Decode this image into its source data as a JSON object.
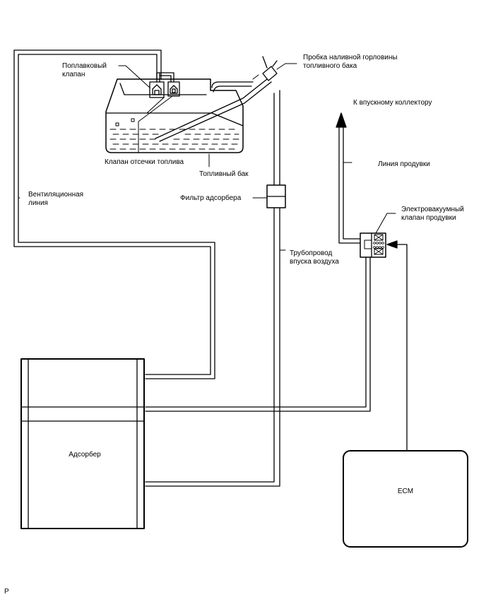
{
  "labels": {
    "float_valve": "Поплавковый\nклапан",
    "filler_cap": "Пробка наливной горловины\nтопливного бака",
    "to_intake_manifold": "К впускному коллектору",
    "fuel_cutoff_valve": "Клапан отсечки топлива",
    "fuel_tank": "Топливный бак",
    "purge_line": "Линия продувки",
    "vent_line": "Вентиляционная\nлиния",
    "canister_filter": "Фильтр адсорбера",
    "purge_vsv": "Электровакуумный\nклапан продувки",
    "air_inlet_pipe": "Трубопровод\nвпуска воздуха",
    "canister": "Адсорбер",
    "ecm": "ECM",
    "corner_mark": "P"
  }
}
